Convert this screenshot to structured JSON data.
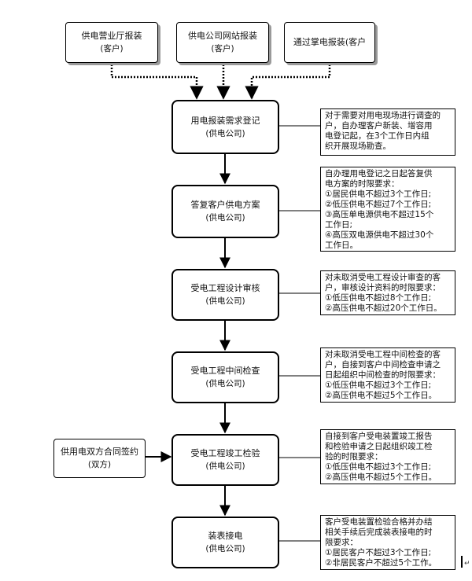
{
  "sources": [
    {
      "line1": "供电营业厅报装",
      "line2": "(客户)"
    },
    {
      "line1": "供电公司网站报装",
      "line2": "(客户)"
    },
    {
      "line1": "通过掌电报装(客户",
      "line2": ""
    }
  ],
  "steps": [
    {
      "line1": "用电报装需求登记",
      "line2": "(供电公司)"
    },
    {
      "line1": "答复客户供电方案",
      "line2": "(供电公司)"
    },
    {
      "line1": "受电工程设计审核",
      "line2": "(供电公司)"
    },
    {
      "line1": "受电工程中间检查",
      "line2": "(供电公司)"
    },
    {
      "line1": "受电工程竣工检验",
      "line2": "(供电公司)"
    },
    {
      "line1": "装表接电",
      "line2": "(供电公司)"
    }
  ],
  "side_box": {
    "line1": "供用电双方合同签约",
    "line2": "(双方)"
  },
  "notes": [
    {
      "lines": [
        "对于需要对用电现场进行调查的",
        "户，自办理客户新装、增容用",
        "电登记起，在3个工作日内组",
        "织开展现场勘查。"
      ]
    },
    {
      "lines": [
        "自办理用电登记之日起答复供",
        "电方案的时限要求：",
        "①居民供电不超过3个工作日;",
        "②低压供电不超过7个工作日;",
        "③高压单电源供电不超过15个",
        "工作日;",
        "④高压双电源供电不超过30个",
        "工作日。"
      ]
    },
    {
      "lines": [
        "对未取消受电工程设计审查的客",
        "户，审核设计资料的时限要求：",
        "①低压供电不超过8个工作日;",
        "②高压供电不超过20个工作日。"
      ]
    },
    {
      "lines": [
        "对未取消受电工程中间检查的客",
        "户，自接到客户中间检查申请之",
        "日起组织中间检查的时限要求：",
        "①低压供电不超过3个工作日;",
        "②高压供电不超过5个工作日。"
      ]
    },
    {
      "lines": [
        "自接到客户受电装置竣工报告",
        "和检验申请之日起组织竣工检",
        "验的时限要求：",
        "①低压供电不超过3个工作日;",
        "②高压供电不超过5个工作日。"
      ]
    },
    {
      "lines": [
        "客户受电装置检验合格并办结",
        "相关手续后完成装表接电的时",
        "限要求：",
        "①居民客户不超过3个工作日;",
        "②非居民客户不超过5个工作。"
      ]
    }
  ]
}
